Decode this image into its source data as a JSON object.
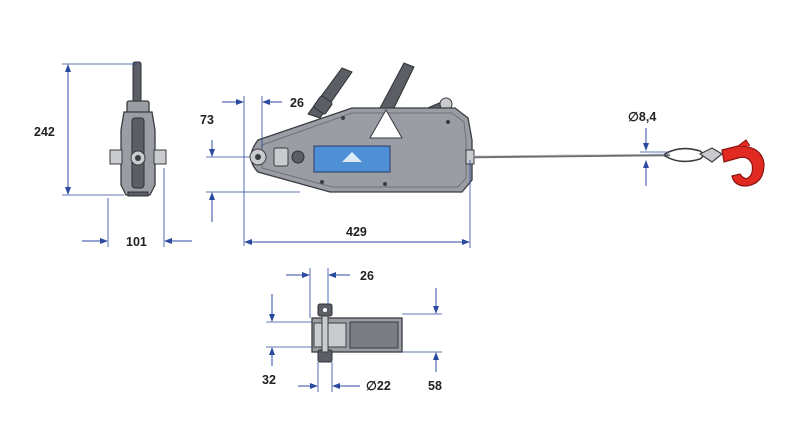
{
  "dimensions": {
    "height_total": "242",
    "width_side": "101",
    "height_anchor": "73",
    "anchor_offset_top": "26",
    "length_body": "429",
    "cable_diameter": "∅8,4",
    "pin_offset": "26",
    "pin_spacing": "32",
    "pin_diameter": "∅22",
    "anchor_width": "58"
  },
  "colors": {
    "dimension_line": "#2b4aa0",
    "body_gray": "#9a9da3",
    "hook_red": "#e02a22",
    "label_blue": "#4f8fd6"
  }
}
